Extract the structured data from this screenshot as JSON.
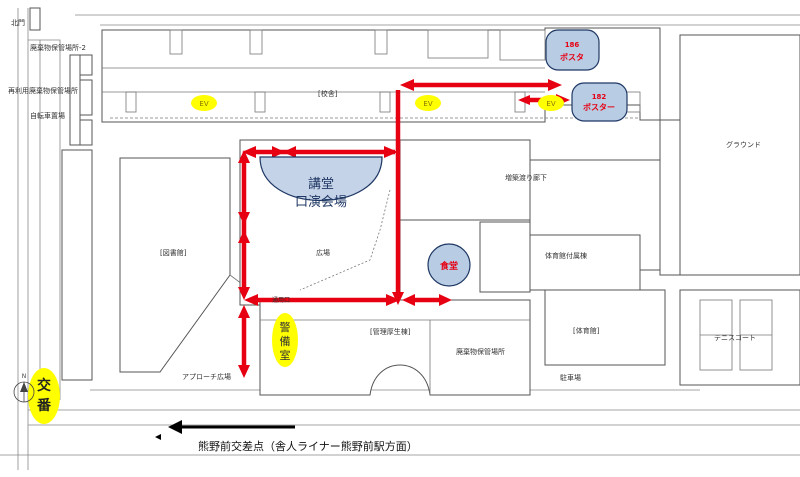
{
  "labels": {
    "north_gate": "北門",
    "waste_storage_2": "廃棄物保管場所-2",
    "recycle_waste_storage": "再利用廃棄物保管場所",
    "bicycle_parking": "自転車置場",
    "school_building": "[校舎]",
    "library": "[図書館]",
    "plaza": "広場",
    "approach_plaza": "アプローチ広場",
    "management_building": "[管理厚生棟]",
    "waste_storage": "廃棄物保管場所",
    "gym_annex": "体育館付属棟",
    "gym": "[体育館]",
    "parking": "駐車場",
    "tennis_court": "テニスコート",
    "ground": "グラウンド",
    "extension_corridor": "増築渡り廊下",
    "compass": "N",
    "direction_text": "熊野前交差点（舎人ライナー熊野前駅方面）",
    "small_entrance": "通用口"
  },
  "venues": {
    "auditorium_line1": "講堂",
    "auditorium_line2": "口演会場",
    "cafeteria": "食堂",
    "poster186_number": "186",
    "poster186_text": "ポスタ",
    "poster182_number": "182",
    "poster182_text": "ポスター",
    "security_line1": "警",
    "security_line2": "備",
    "security_line3": "室",
    "police_line1": "交",
    "police_line2": "番"
  },
  "elevators": [
    "EV",
    "EV",
    "EV"
  ],
  "colors": {
    "route_arrow": "#e60012",
    "venue_fill": "#b8cce4",
    "venue_border": "#1f3864",
    "auditorium_fill": "#c5d3e8",
    "highlight_yellow": "#ffff00",
    "text_red": "#e60012",
    "map_lines": "#555555"
  }
}
